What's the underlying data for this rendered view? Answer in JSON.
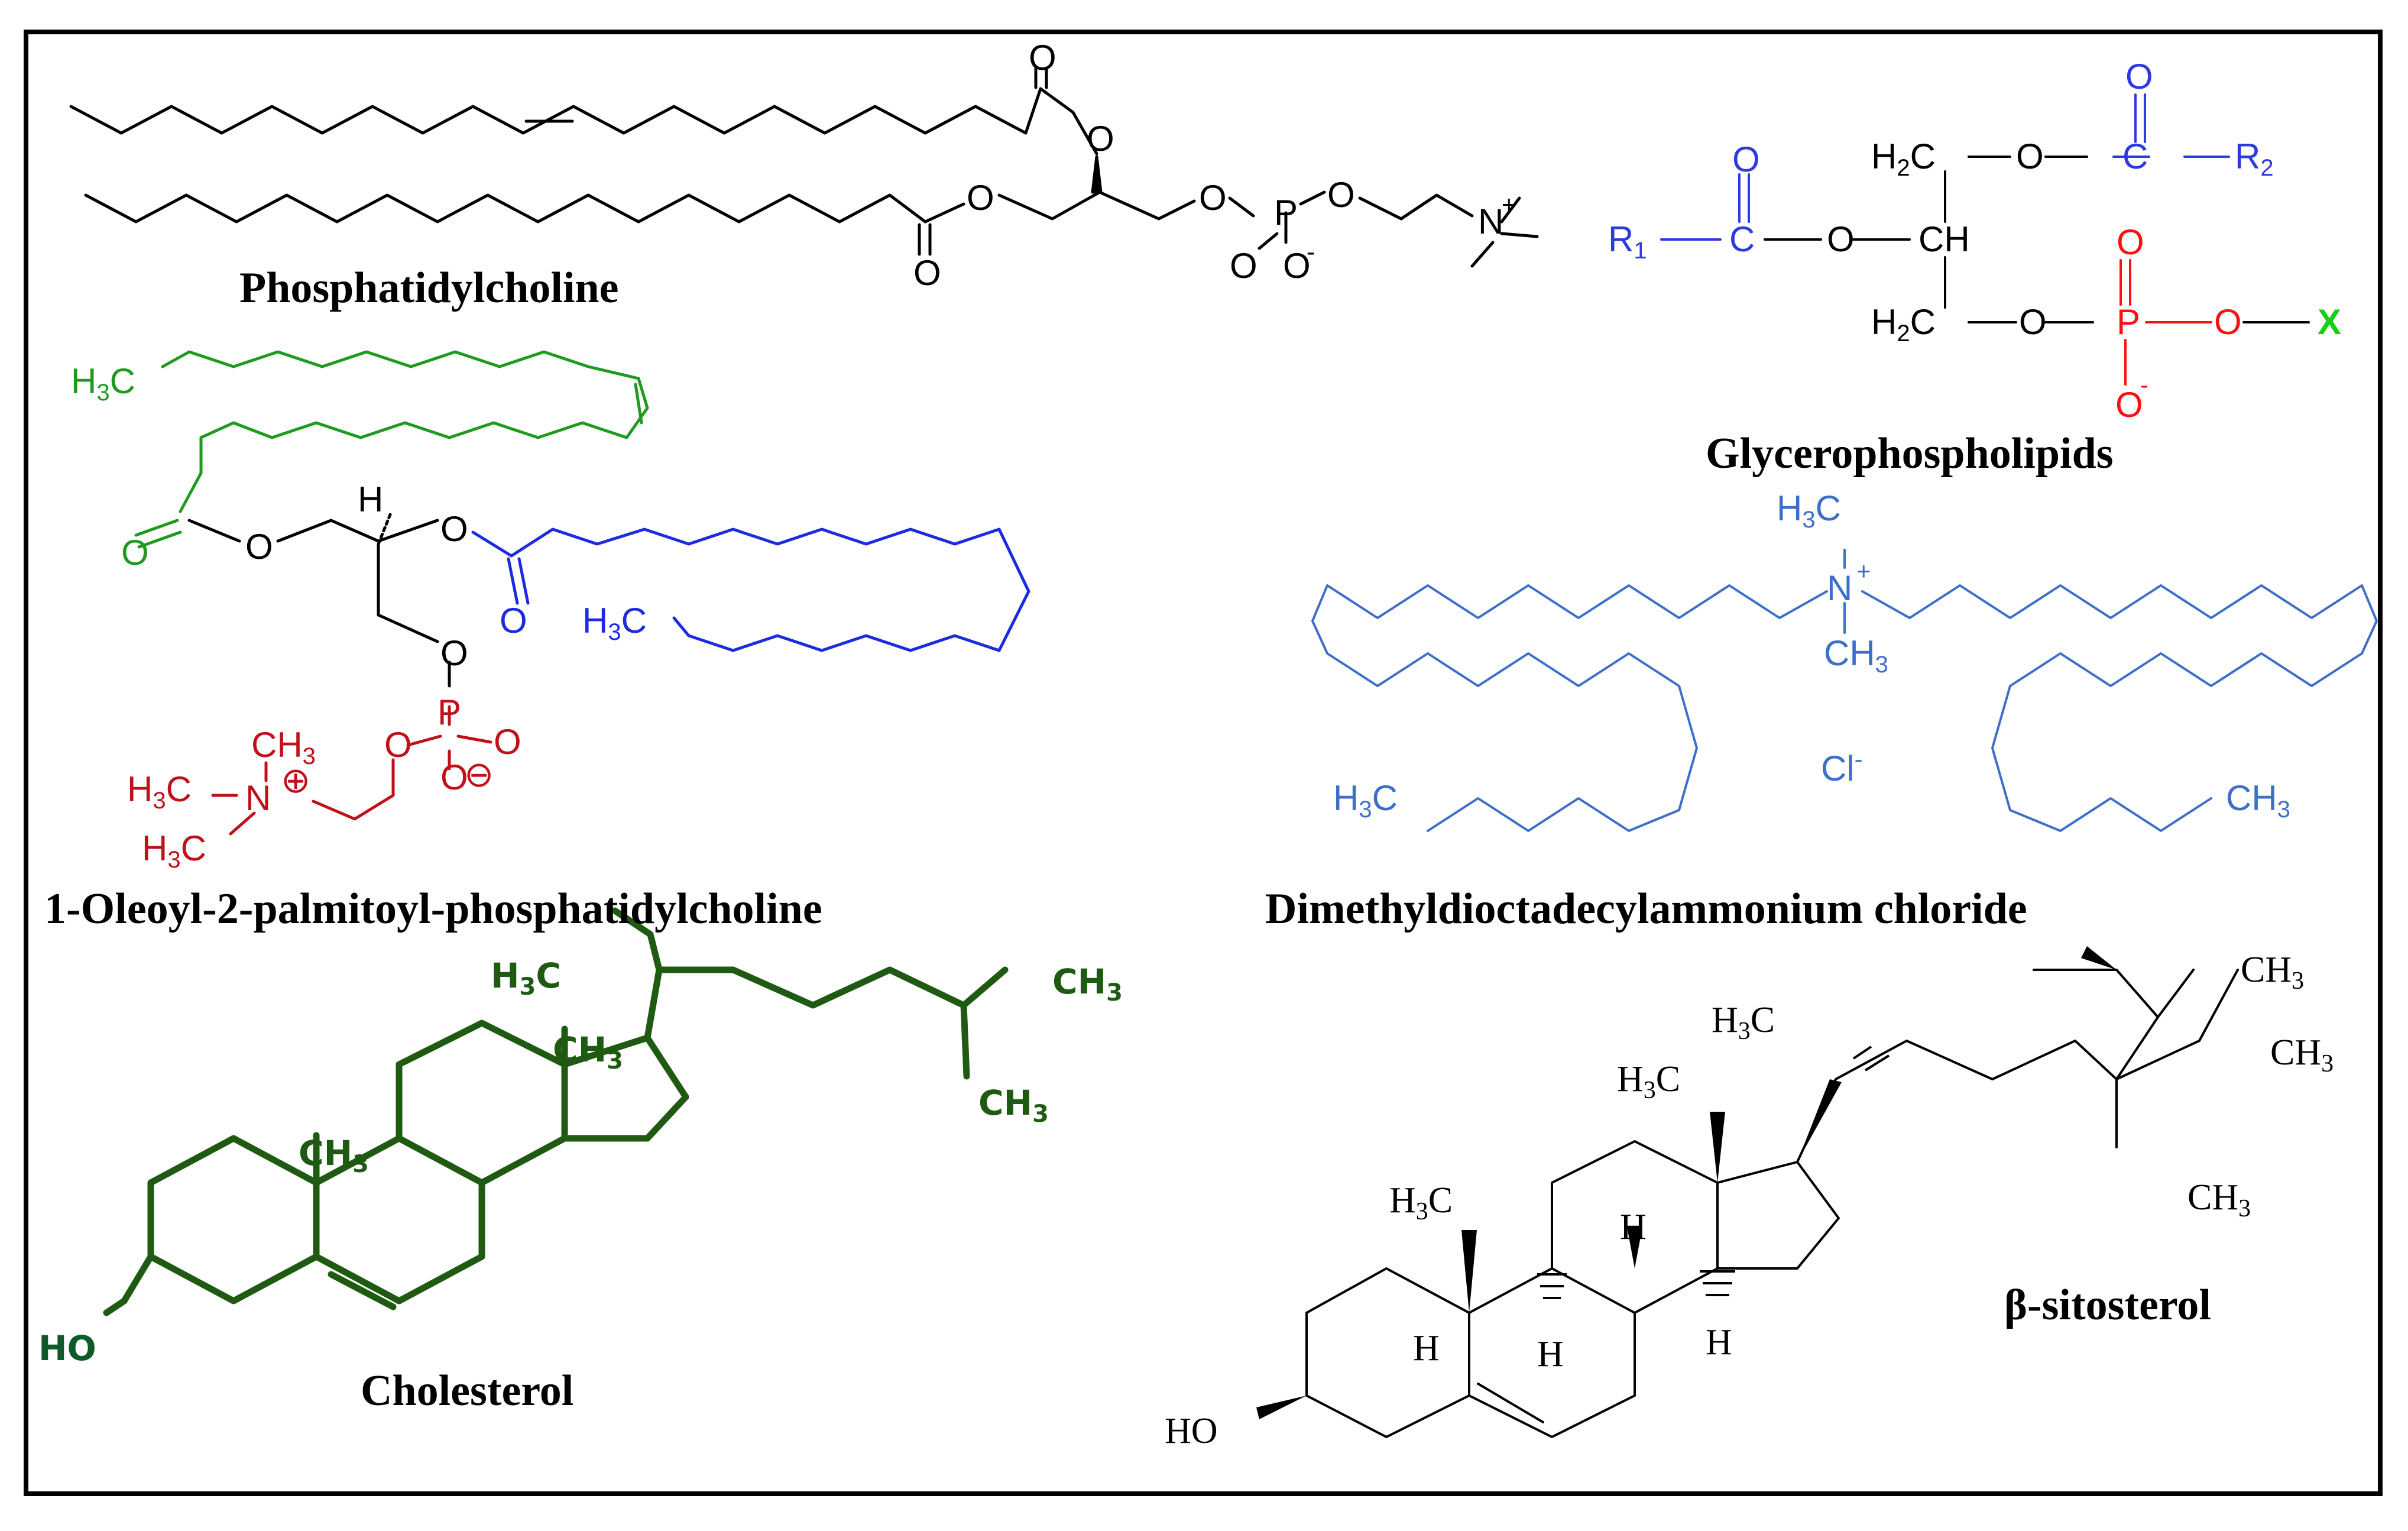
{
  "titles": {
    "phosphatidylcholine": "Phosphatidylcholine",
    "glycerophospholipids": "Glycerophospholipids",
    "popc": "1-Oleoyl-2-palmitoyl-phosphatidylcholine",
    "ddac": "Dimethyldioctadecylammonium chloride",
    "cholesterol": "Cholesterol",
    "sitosterol": "β-sitosterol"
  },
  "colors": {
    "black": "#000000",
    "green": "#1e9a1e",
    "blue": "#1d2be0",
    "red": "#c0101a",
    "ddac_blue": "#3e6fc8",
    "chol_green": "#1f5a12",
    "glycero_blue": "#2d3adf",
    "glycero_red": "#ff1010",
    "glycero_green": "#12d012"
  },
  "atoms": {
    "pc": {
      "o_top": "O",
      "o_ester2": "O",
      "o_mid": "O",
      "o_bottom": "O",
      "o_p1": "O",
      "p": "P",
      "o_p2": "O",
      "o_p3": "O",
      "o_minus": "O",
      "minus": "-",
      "n": "N",
      "plus": "+"
    },
    "gp": {
      "o1": "O",
      "h2c_top": "H",
      "h2c_top_sub": "2",
      "h2c_top_c": "C",
      "o2": "O",
      "c1": "C",
      "r2": "R",
      "r2_sub": "2",
      "o3": "O",
      "r1": "R",
      "r1_sub": "1",
      "c2": "C",
      "o4": "O",
      "ch": "CH",
      "o5": "O",
      "h2c_bot": "H",
      "h2c_bot_sub": "2",
      "h2c_bot_c": "C",
      "o6": "O",
      "p": "P",
      "o7": "O",
      "x": "X",
      "o8": "O",
      "minus": "-"
    },
    "popc": {
      "h3c": "H",
      "h3c_sub": "3",
      "h3c_c": "C",
      "o_green": "O",
      "o_ring": "O",
      "h": "H",
      "o_blue": "O",
      "o_ester": "O",
      "h3c_blue": "H",
      "h3c_blue_sub": "3",
      "h3c_blue_c": "C",
      "o_p": "O",
      "p": "P",
      "o_ptop": "O",
      "o_pr": "O",
      "o_minus": "O",
      "minus": "⊖",
      "ch3": "CH",
      "ch3_sub": "3",
      "h3c_n": "H",
      "h3c_n_sub": "3",
      "h3c_n_c": "C",
      "n": "N",
      "plus": "⊕",
      "h3c_n2": "H",
      "h3c_n2_sub": "3",
      "h3c_n2_c": "C"
    },
    "ddac": {
      "h3c_top": "H",
      "h3c_top_sub": "3",
      "h3c_top_c": "C",
      "n": "N",
      "plus": "+",
      "ch3": "CH",
      "ch3_sub": "3",
      "cl": "Cl",
      "cl_minus": "-",
      "h3c_left": "H",
      "h3c_left_sub": "3",
      "h3c_left_c": "C",
      "ch3_right": "CH",
      "ch3_right_sub": "3"
    },
    "chol": {
      "h3c": "H",
      "h3c_sub": "3",
      "h3c_c": "C",
      "ch3_a": "CH",
      "ch3_a_sub": "3",
      "ch3_b": "CH",
      "ch3_b_sub": "3",
      "ch3_c": "CH",
      "ch3_c_sub": "3",
      "ch3_d": "CH",
      "ch3_d_sub": "3",
      "ho": "HO"
    },
    "sito": {
      "ch3_top": "CH",
      "ch3_top_sub": "3",
      "h3c_a": "H",
      "h3c_a_sub": "3",
      "h3c_a_c": "C",
      "ch3_r": "CH",
      "ch3_r_sub": "3",
      "h3c_b": "H",
      "h3c_b_sub": "3",
      "h3c_b_c": "C",
      "ch3_low": "CH",
      "ch3_low_sub": "3",
      "h3c_c": "H",
      "h3c_c_sub": "3",
      "h3c_c_c": "C",
      "h1": "H",
      "h2": "H",
      "h3": "H",
      "h4": "H",
      "ho": "HO"
    }
  }
}
